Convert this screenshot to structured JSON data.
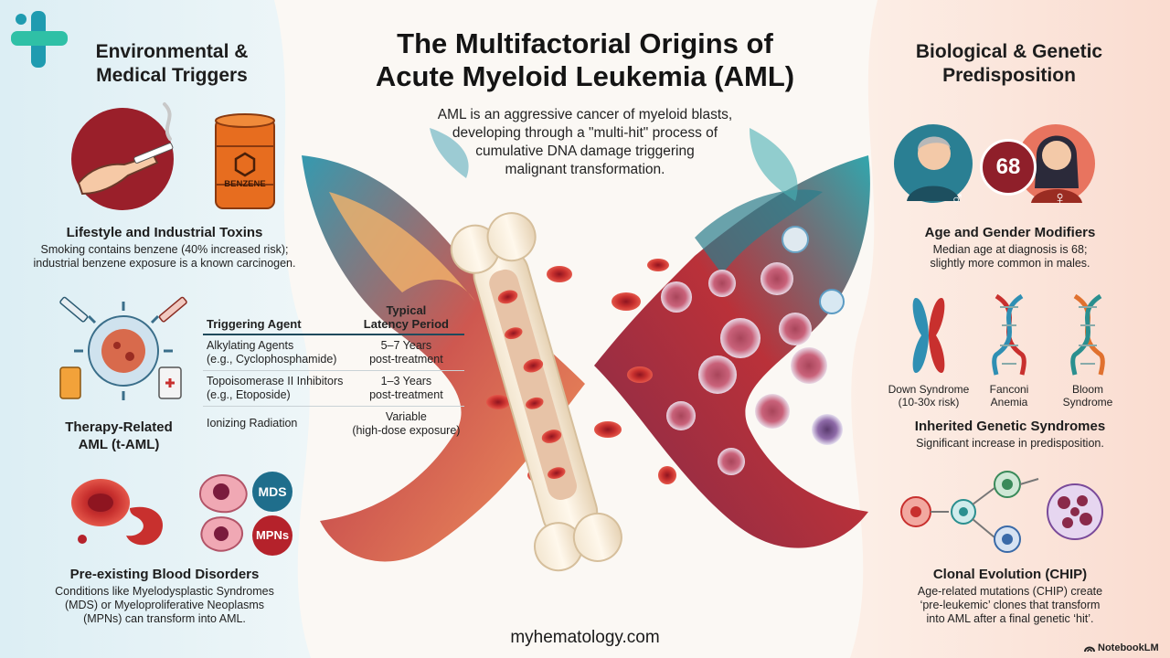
{
  "header": {
    "title_line1": "The Multifactorial Origins of",
    "title_line2": "Acute Myeloid Leukemia (AML)",
    "description_lines": [
      "AML is an aggressive cancer of myeloid blasts,",
      "developing through a \"multi-hit\" process of",
      "cumulative DNA damage triggering",
      "malignant transformation."
    ]
  },
  "left": {
    "section_title_line1": "Environmental &",
    "section_title_line2": "Medical Triggers",
    "barrel_label": "BENZENE",
    "lifestyle": {
      "title": "Lifestyle and Industrial Toxins",
      "text_line1": "Smoking contains benzene (40% increased risk);",
      "text_line2": "industrial benzene exposure is a known carcinogen."
    },
    "therapy": {
      "title_line1": "Therapy-Related",
      "title_line2": "AML (t-AML)",
      "table": {
        "col1_header": "Triggering Agent",
        "col2_header_line1": "Typical",
        "col2_header_line2": "Latency Period",
        "rows": [
          {
            "agent_line1": "Alkylating Agents",
            "agent_line2": "(e.g., Cyclophosphamide)",
            "latency_line1": "5–7 Years",
            "latency_line2": "post-treatment"
          },
          {
            "agent_line1": "Topoisomerase II Inhibitors",
            "agent_line2": "(e.g., Etoposide)",
            "latency_line1": "1–3 Years",
            "latency_line2": "post-treatment"
          },
          {
            "agent_line1": "Ionizing Radiation",
            "agent_line2": "",
            "latency_line1": "Variable",
            "latency_line2": "(high-dose exposure)"
          }
        ]
      }
    },
    "blood_disorders": {
      "badge_mds": "MDS",
      "badge_mpns": "MPNs",
      "title": "Pre-existing Blood Disorders",
      "text_line1": "Conditions like Myelodysplastic Syndromes",
      "text_line2": "(MDS) or Myeloproliferative Neoplasms",
      "text_line3": "(MPNs) can transform into AML."
    }
  },
  "right": {
    "section_title_line1": "Biological & Genetic",
    "section_title_line2": "Predisposition",
    "age": {
      "badge": "68",
      "male_symbol": "♂",
      "female_symbol": "♀",
      "title": "Age and Gender Modifiers",
      "text_line1": "Median age at diagnosis is 68;",
      "text_line2": "slightly more common in males."
    },
    "genetic": {
      "syndromes": [
        {
          "line1": "Down Syndrome",
          "line2": "(10-30x risk)"
        },
        {
          "line1": "Fanconi",
          "line2": "Anemia"
        },
        {
          "line1": "Bloom",
          "line2": "Syndrome"
        }
      ],
      "title": "Inherited Genetic Syndromes",
      "text": "Significant increase in predisposition."
    },
    "clonal": {
      "title": "Clonal Evolution (CHIP)",
      "text_line1": "Age-related mutations (CHIP) create",
      "text_line2": "‘pre-leukemic’ clones that transform",
      "text_line3": "into AML after a final genetic ‘hit’."
    }
  },
  "footer": {
    "site": "myhematology.com",
    "brand": "NotebookLM"
  },
  "icons": [
    "logo-cross-icon",
    "cigarette-hand-icon",
    "benzene-barrel-icon",
    "virus-syringe-icon",
    "red-blood-cell-icon",
    "male-head-icon",
    "female-head-icon",
    "chromosome-icon",
    "dna-helix-icon",
    "stem-cell-icon",
    "bone-icon",
    "notebooklm-icon"
  ],
  "colors": {
    "accent_red": "#b5222b",
    "teal": "#1f9aa8",
    "left_bg": "#e2eff4",
    "right_bg": "#fbe6da"
  }
}
